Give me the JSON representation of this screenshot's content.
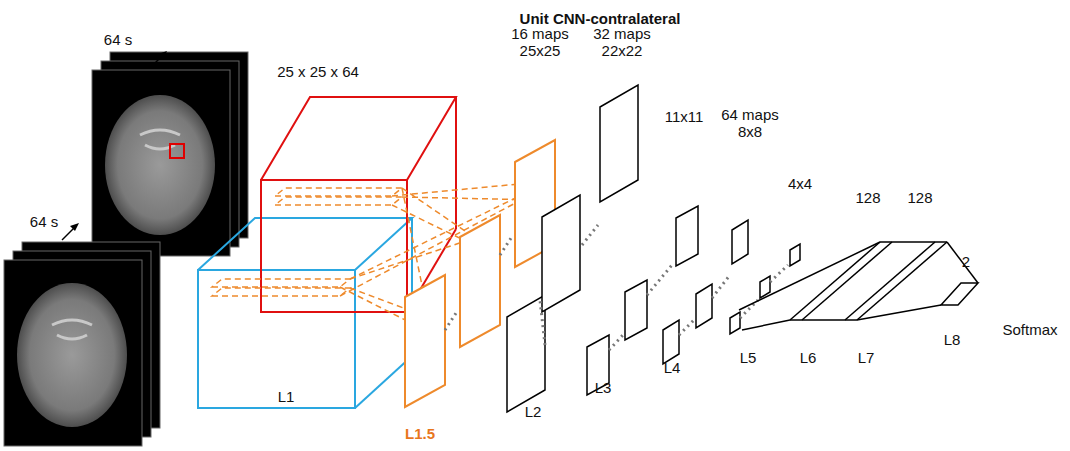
{
  "diagram": {
    "title": "Unit CNN-contralateral",
    "labels": [
      "64 s",
      "25 x 25 x 64",
      "16 maps 25x25",
      "32 maps 22x22",
      "11x11",
      "64 maps 8x8",
      "4x4",
      "128",
      "128",
      "64 s",
      "L1",
      "L1.5",
      "L2",
      "L3",
      "L4",
      "L5",
      "L6",
      "L7",
      "2",
      "L8",
      "Softmax"
    ]
  }
}
